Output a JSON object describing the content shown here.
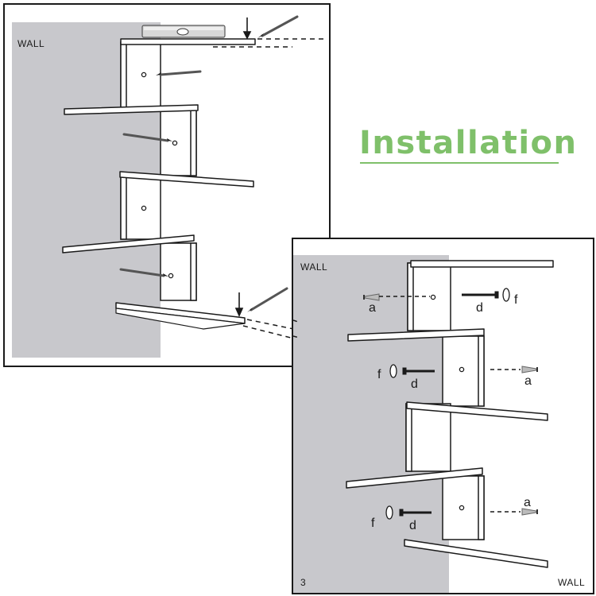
{
  "title": "Installation",
  "colors": {
    "title": "#7fc06a",
    "wall": "#c8c8cc",
    "ink": "#1a1a1a"
  },
  "step2": {
    "wall_label": "WALL"
  },
  "step3": {
    "wall_label_left": "WALL",
    "wall_label_right": "WALL",
    "step_number": "3",
    "hardware": {
      "a": "a",
      "d": "d",
      "f": "f"
    }
  },
  "icons": [
    "spirit-level-icon",
    "pencil-icon",
    "down-arrow-icon",
    "screw-icon",
    "wall-anchor-icon",
    "washer-icon"
  ]
}
